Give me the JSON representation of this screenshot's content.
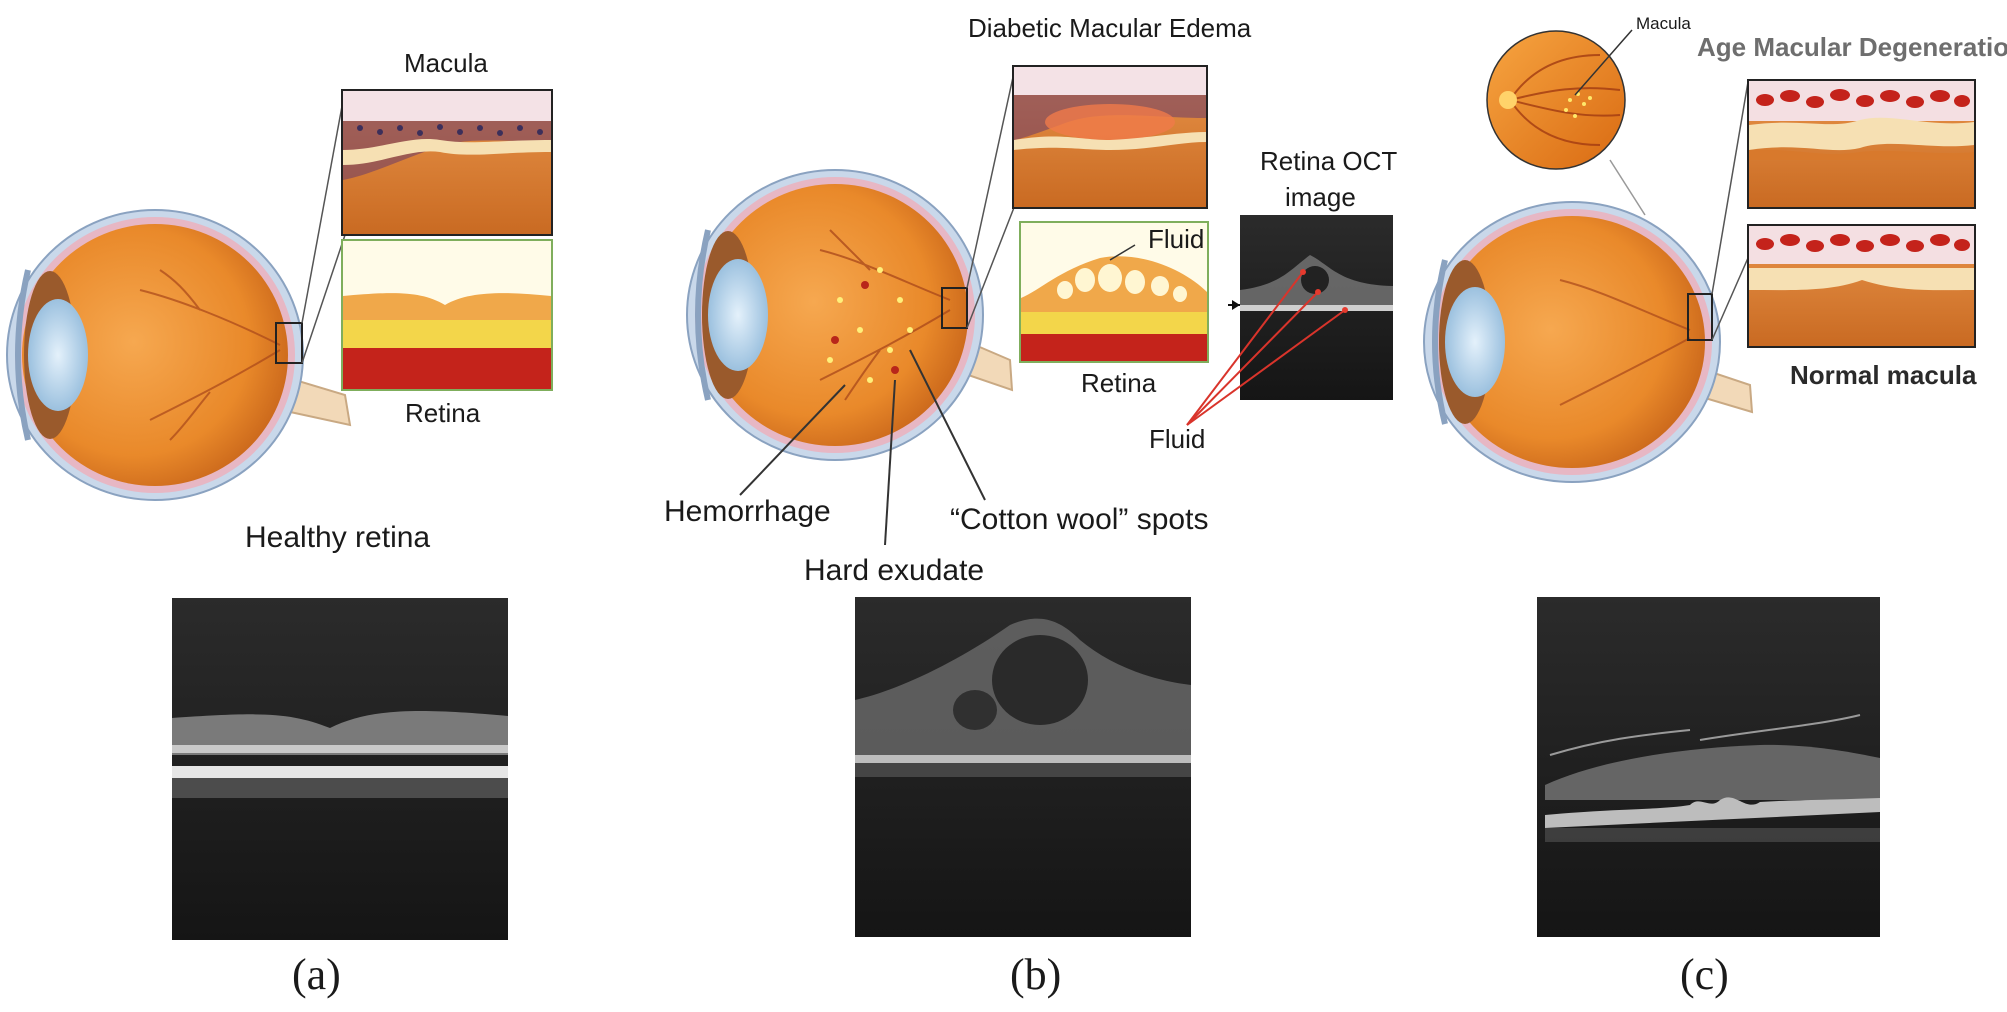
{
  "panel_a": {
    "labels": {
      "macula": "Macula",
      "retina": "Retina",
      "healthy_retina": "Healthy retina"
    },
    "caption": "(a)"
  },
  "panel_b": {
    "labels": {
      "title": "Diabetic Macular Edema",
      "fluid_inset": "Fluid",
      "retina": "Retina",
      "oct_title_line1": "Retina OCT",
      "oct_title_line2": "image",
      "fluid_oct": "Fluid",
      "hemorrhage": "Hemorrhage",
      "hard_exudate": "Hard exudate",
      "cotton_wool": "“Cotton wool” spots"
    },
    "caption": "(b)"
  },
  "panel_c": {
    "labels": {
      "macula": "Macula",
      "title": "Age Macular Degeneration",
      "normal_macula": "Normal macula"
    },
    "caption": "(c)"
  },
  "colors": {
    "eye_orange": "#e9892a",
    "sclera_blue": "#c9d8ea",
    "retina_yellow": "#f3c64a",
    "choroid_red": "#c4231b",
    "oct_background": "#1e1e1e"
  }
}
